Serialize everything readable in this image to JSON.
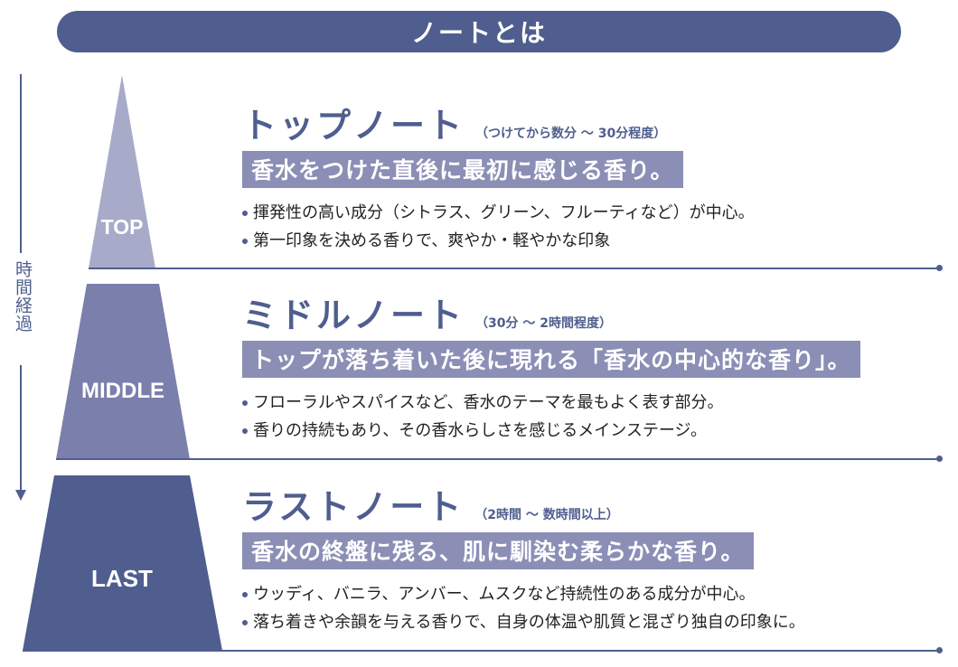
{
  "banner_title": "ノートとは",
  "timeline_label": "時間経過",
  "colors": {
    "accent": "#4f5e8e",
    "top_tier": "#a7abc9",
    "middle_tier": "#7b7fab",
    "last_tier": "#4f5e8e",
    "highlight_bg": "#8b8fb6"
  },
  "tiers": [
    {
      "label": "TOP",
      "title": "トップノート",
      "time": "（つけてから数分 〜 30分程度）",
      "summary": "香水をつけた直後に最初に感じる香り。",
      "bullets": [
        "揮発性の高い成分（シトラス、グリーン、フルーティなど）が中心。",
        "第一印象を決める香りで、爽やか・軽やかな印象"
      ]
    },
    {
      "label": "MIDDLE",
      "title": "ミドルノート",
      "time": "（30分 〜 2時間程度）",
      "summary": "トップが落ち着いた後に現れる「香水の中心的な香り」。",
      "bullets": [
        "フローラルやスパイスなど、香水のテーマを最もよく表す部分。",
        "香りの持続もあり、その香水らしさを感じるメインステージ。"
      ]
    },
    {
      "label": "LAST",
      "title": "ラストノート",
      "time": "（2時間 〜 数時間以上）",
      "summary": "香水の終盤に残る、肌に馴染む柔らかな香り。",
      "bullets": [
        "ウッディ、バニラ、アンバー、ムスクなど持続性のある成分が中心。",
        "落ち着きや余韻を与える香りで、自身の体温や肌質と混ざり独自の印象に。"
      ]
    }
  ]
}
